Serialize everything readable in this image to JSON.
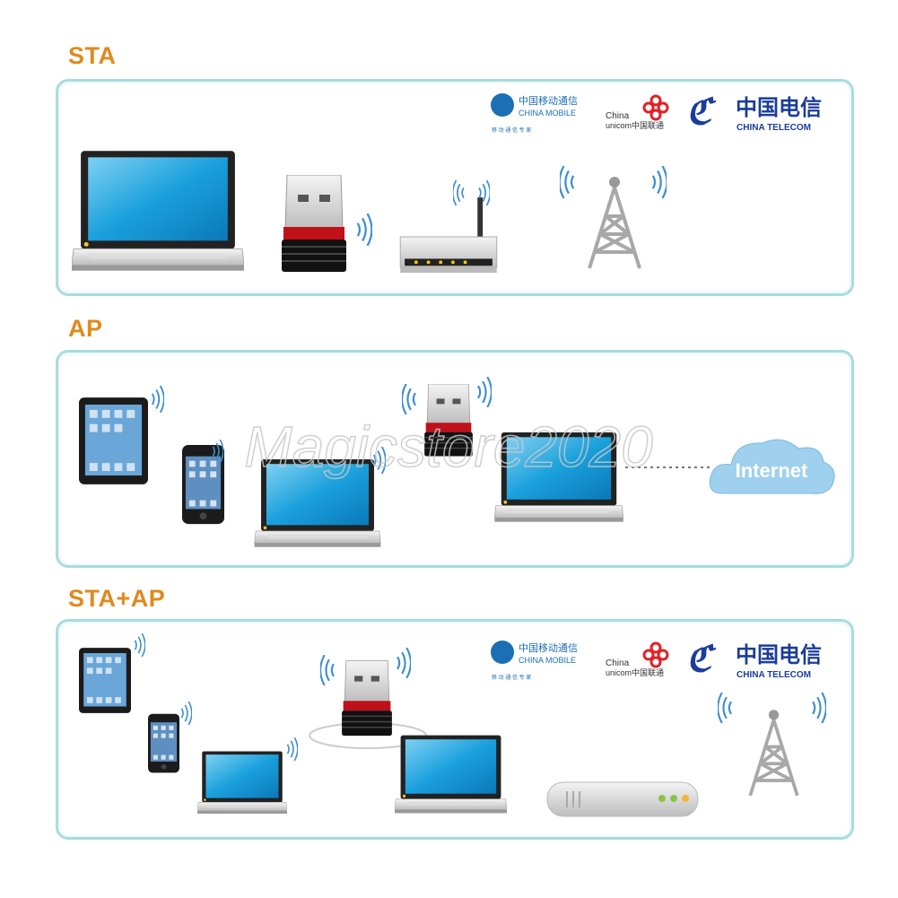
{
  "sections": [
    {
      "label": "STA"
    },
    {
      "label": "AP"
    },
    {
      "label": "STA+AP"
    }
  ],
  "carriers": {
    "china_mobile": {
      "cn": "中国移动通信",
      "en": "CHINA MOBILE",
      "tagline": "移 动 通 信 专 家"
    },
    "china_unicom": {
      "line1": "China",
      "line2": "unicom中国联通"
    },
    "china_telecom": {
      "cn": "中国电信",
      "en": "CHINA TELECOM"
    }
  },
  "internet_label": "Internet",
  "watermark": "Magicstore2020",
  "colors": {
    "label": "#e08a1e",
    "panel_border": "#a9dbe3",
    "screen": "#1aa0dc",
    "telecom_blue": "#1a3c9a",
    "unicom_red": "#e0222a"
  }
}
